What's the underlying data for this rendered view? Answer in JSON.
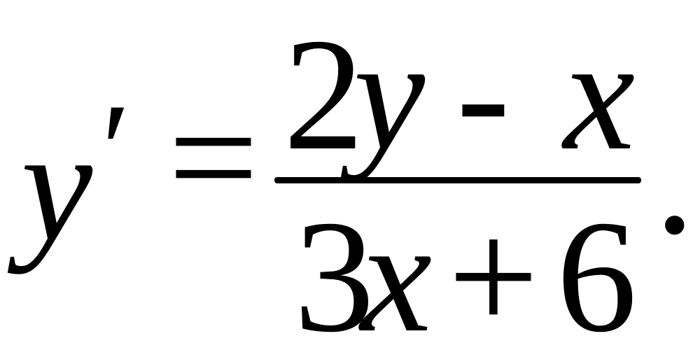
{
  "equation": {
    "lhs": {
      "variable": "y",
      "prime": "′"
    },
    "relation": "=",
    "numerator": {
      "coefficient": "2",
      "variable_1": "y",
      "operator": "-",
      "variable_2": "x"
    },
    "denominator": {
      "coefficient": "3",
      "variable": "x",
      "operator": "+",
      "constant": "6"
    },
    "terminator": "."
  }
}
